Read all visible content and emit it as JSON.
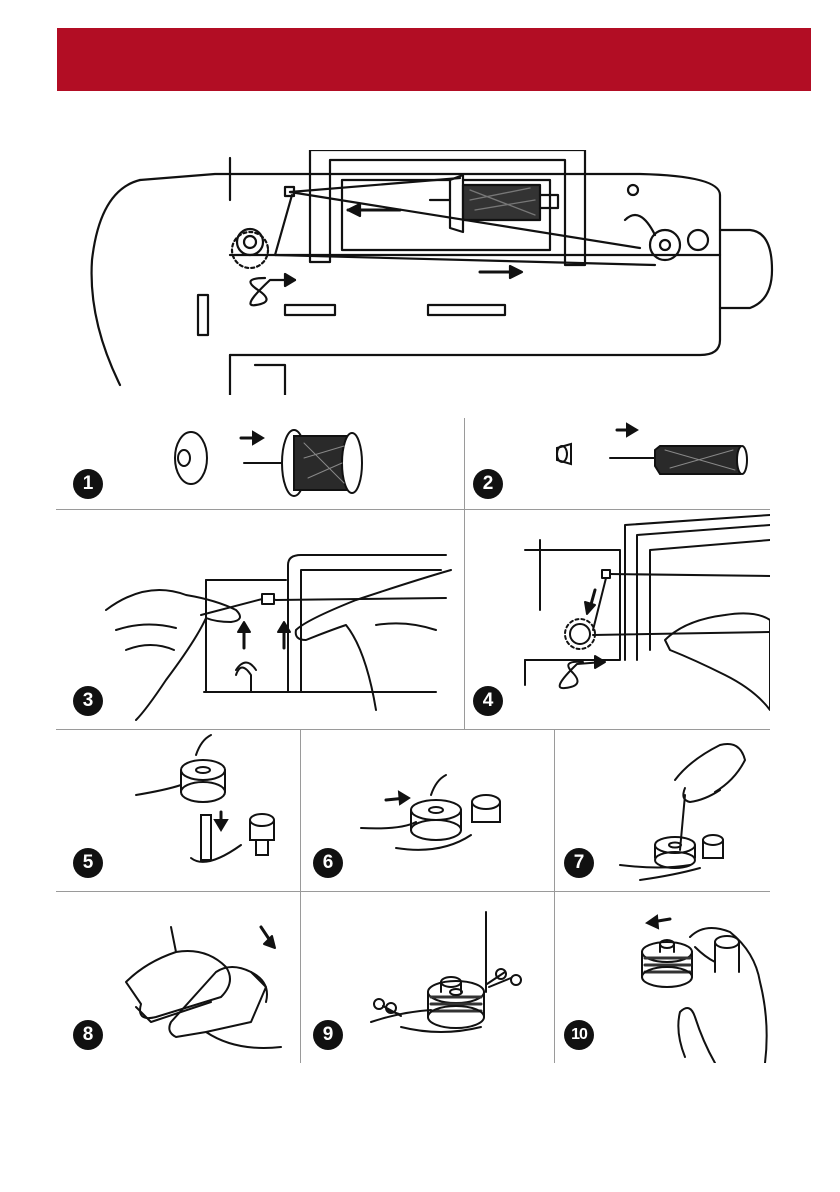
{
  "header": {
    "color": "#b20d24"
  },
  "illustration": {
    "name": "sewing-machine-top-threading",
    "icons": [
      "spool-pin",
      "thread-guide",
      "bobbin-winder",
      "tension-disc",
      "direction-arrow"
    ]
  },
  "steps": [
    {
      "number": "1",
      "icon": "spool-cap-and-thread-spool"
    },
    {
      "number": "2",
      "icon": "small-spool-cap-and-thread-spool"
    },
    {
      "number": "3",
      "icon": "hands-threading-guide"
    },
    {
      "number": "4",
      "icon": "thread-around-tension-disc"
    },
    {
      "number": "5",
      "icon": "bobbin-on-winder-shaft"
    },
    {
      "number": "6",
      "icon": "bobbin-pushed-right"
    },
    {
      "number": "7",
      "icon": "holding-thread-end"
    },
    {
      "number": "8",
      "icon": "foot-on-pedal"
    },
    {
      "number": "9",
      "icon": "cutting-thread"
    },
    {
      "number": "10",
      "icon": "removing-bobbin"
    }
  ]
}
